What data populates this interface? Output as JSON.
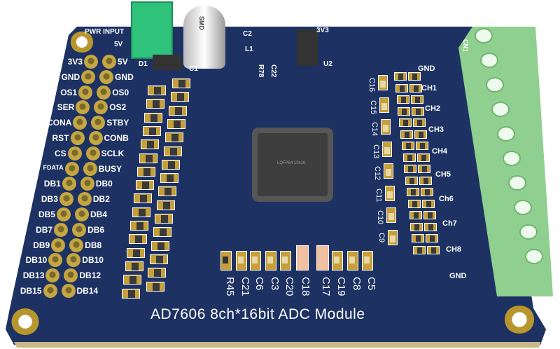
{
  "title": "AD7606 8ch*16bit ADC Module",
  "power": {
    "label": "PWR INPUT",
    "voltage": "5V",
    "d1": "D1",
    "c1": "C1",
    "c2": "C2",
    "l1": "L1",
    "r78": "R78",
    "c22": "C22",
    "u2": "U2",
    "reg": "3V3",
    "cap_marking": "SMD"
  },
  "chip": {
    "marking": "LQFP64 10x10"
  },
  "header": {
    "left": [
      "3V3",
      "GND",
      "OS1",
      "SER",
      "CONA",
      "RST",
      "CS",
      "FDATA",
      "DB1",
      "DB3",
      "DB5",
      "DB7",
      "DB9",
      "DB10",
      "DB13",
      "DB15"
    ],
    "right": [
      "5V",
      "GND",
      "OS0",
      "OS2",
      "STBY",
      "CONB",
      "SCLK",
      "BUSY",
      "DB0",
      "DB2",
      "DB4",
      "DB6",
      "DB8",
      "DB10",
      "DB12",
      "DB14"
    ]
  },
  "terminal": {
    "name": "CN1",
    "labels": [
      "GND",
      "CH1",
      "CH2",
      "CH3",
      "CH4",
      "CH5",
      "Ch6",
      "Ch7",
      "CH8",
      "GND"
    ]
  },
  "right_caps": [
    "C16",
    "C15",
    "C14",
    "C13",
    "C12",
    "C11",
    "C10",
    "C9"
  ],
  "bottom_parts": [
    "R45",
    "C21",
    "C6",
    "C3",
    "C20",
    "C18",
    "C17",
    "C19",
    "C8",
    "C5"
  ]
}
